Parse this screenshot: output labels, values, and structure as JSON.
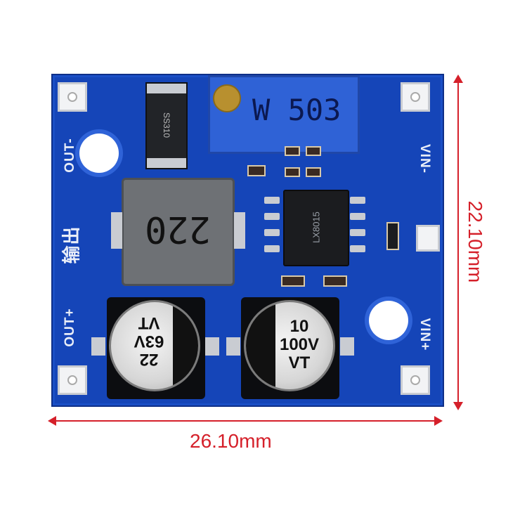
{
  "labels": {
    "out_minus": "OUT-",
    "out_plus": "OUT+",
    "vin_minus": "VIN-",
    "vin_plus": "VIN+",
    "chinese_output": "输出"
  },
  "components": {
    "inductor_marking": "220",
    "pot_marking": "W 503",
    "ic_marking": "LX8015",
    "diode_marking": "SS310",
    "cap_left": [
      "22",
      "63V",
      "VT"
    ],
    "cap_right": [
      "10",
      "100V",
      "VT"
    ]
  },
  "dimensions": {
    "width": "26.10mm",
    "height": "22.10mm"
  },
  "colors": {
    "pcb": "#1545b8",
    "dimension": "#d5202a"
  }
}
